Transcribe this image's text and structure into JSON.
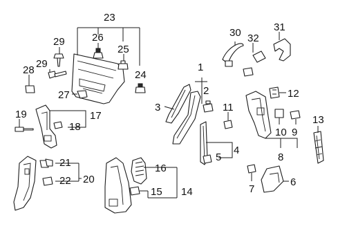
{
  "diagram": {
    "callouts": {
      "c1": "1",
      "c2": "2",
      "c3": "3",
      "c4": "4",
      "c5": "5",
      "c6": "6",
      "c7": "7",
      "c8": "8",
      "c9": "9",
      "c10": "10",
      "c11": "11",
      "c12": "12",
      "c13": "13",
      "c14": "14",
      "c15": "15",
      "c16": "16",
      "c17": "17",
      "c18": "18",
      "c19": "19",
      "c20": "20",
      "c21": "21",
      "c22": "22",
      "c23": "23",
      "c24": "24",
      "c25": "25",
      "c26": "26",
      "c27": "27",
      "c28": "28",
      "c29a": "29",
      "c29b": "29",
      "c30": "30",
      "c31": "31",
      "c32": "32"
    },
    "colors": {
      "ink": "#1a1a1a",
      "background": "#ffffff"
    }
  }
}
